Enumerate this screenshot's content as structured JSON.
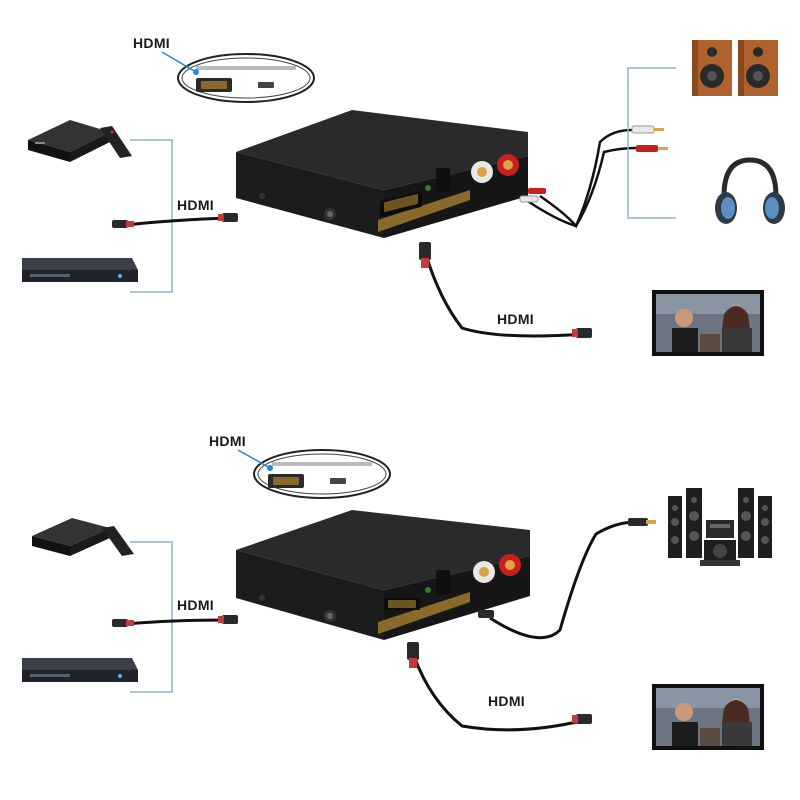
{
  "diagrams": [
    {
      "callout_label": "HDMI",
      "input_cable_label": "HDMI",
      "output_cable_label": "HDMI",
      "audio_output": "stereo RCA to speakers and headphones"
    },
    {
      "callout_label": "HDMI",
      "input_cable_label": "HDMI",
      "output_cable_label": "HDMI",
      "audio_output": "coaxial to home theater"
    }
  ],
  "colors": {
    "device_body": "#1c1c1c",
    "device_top": "#2a2a2a",
    "gold_strip": "#8a6a2a",
    "cable": "#111111",
    "cable_red": "#c23a3a",
    "bracket": "#8fb4c8",
    "rca_red": "#c81f1f",
    "rca_white": "#e8e8e8"
  },
  "icons": [
    "tv-box-icon",
    "bluray-player-icon",
    "speakers-icon",
    "headphones-icon",
    "tv-screen-icon",
    "home-theater-icon",
    "hdmi-splitter-icon",
    "hdmi-port-callout-icon"
  ]
}
